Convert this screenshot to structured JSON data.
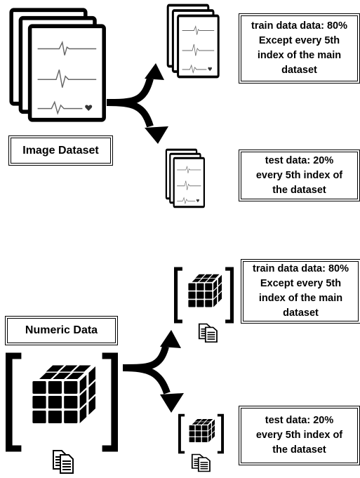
{
  "image_section": {
    "label": "Image Dataset",
    "train_lines": [
      "train data data: 80%",
      "Except every 5th",
      "index of the main",
      "dataset"
    ],
    "test_lines": [
      "test data: 20%",
      "every 5th index of",
      "the dataset"
    ]
  },
  "numeric_section": {
    "label": "Numeric Data",
    "train_lines": [
      "train data data: 80%",
      "Except every 5th",
      "index of the main",
      "dataset"
    ],
    "test_lines": [
      "test data: 20%",
      "every 5th index of",
      "the dataset"
    ]
  },
  "icons": {
    "image_stack": "ecg-image-stack-icon",
    "data_cube": "data-cube-icon",
    "document": "document-pages-icon",
    "split_arrow": "split-arrow-icon"
  }
}
